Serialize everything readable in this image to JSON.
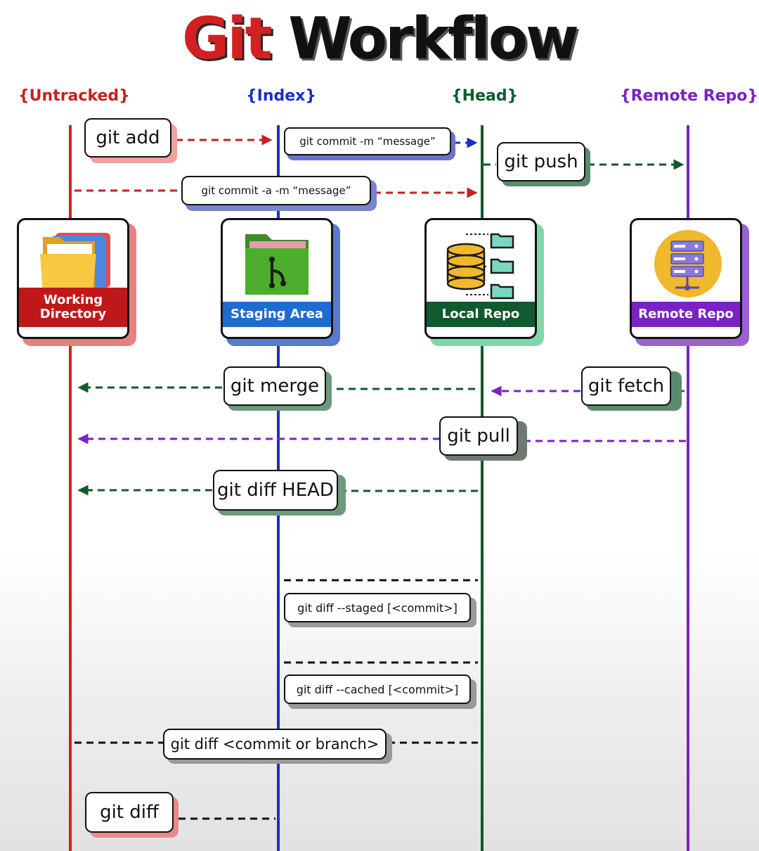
{
  "title": {
    "word1": "Git",
    "word2": "Workflow"
  },
  "lanes": {
    "untracked": "{Untracked}",
    "index": "{Index}",
    "head": "{Head}",
    "remote": "{Remote Repo}"
  },
  "cards": {
    "working": {
      "label_line1": "Working",
      "label_line2": "Directory",
      "icon": "folders-icon"
    },
    "staging": {
      "label": "Staging Area",
      "icon": "branch-folder-icon"
    },
    "local": {
      "label": "Local Repo",
      "icon": "database-icon"
    },
    "remote": {
      "label": "Remote Repo",
      "icon": "server-icon"
    }
  },
  "commands": {
    "git_add": "git add",
    "git_commit": "git commit -m “message”",
    "git_push": "git push",
    "git_commit_a": "git commit -a -m “message”",
    "git_merge": "git merge",
    "git_fetch": "git fetch",
    "git_pull": "git pull",
    "git_diff_head": "git diff HEAD",
    "git_diff_staged": "git diff --staged [<commit>]",
    "git_diff_cached": "git diff --cached [<commit>]",
    "git_diff_commit": "git diff <commit or branch>",
    "git_diff": "git diff"
  },
  "colors": {
    "untracked": "#d42020",
    "index": "#1a2fc8",
    "head": "#0f5a2e",
    "remote": "#7a22c4",
    "black": "#111111"
  }
}
